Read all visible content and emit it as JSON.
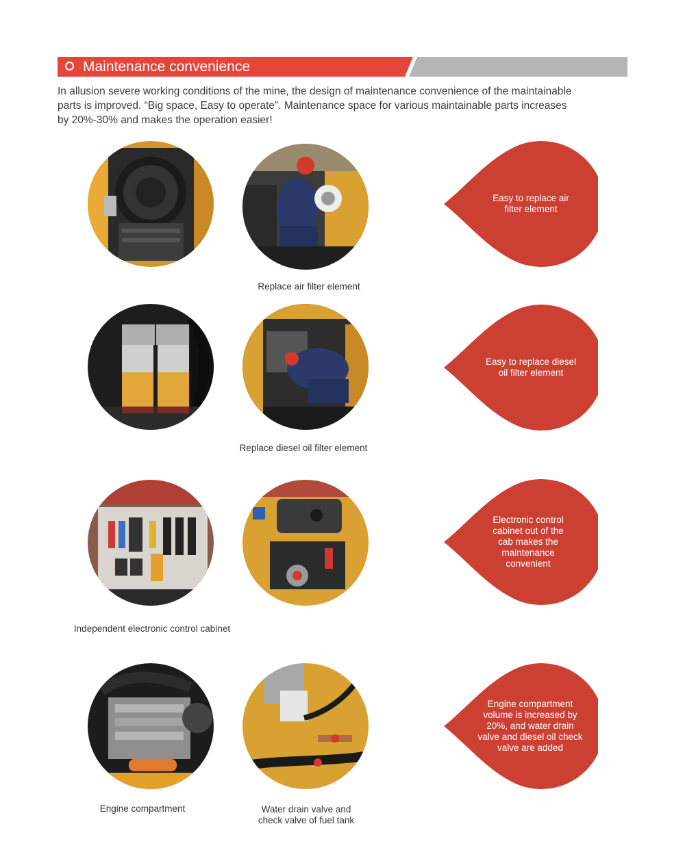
{
  "section": {
    "title": "Maintenance convenience",
    "intro_lines": [
      "In allusion severe working conditions of the mine, the design of maintenance convenience of the maintainable",
      "parts is improved. “Big space, Easy to operate”. Maintenance space for various maintainable parts increases",
      "by 20%-30% and makes the operation easier!"
    ]
  },
  "rows": [
    {
      "caption_lines": [
        "Replace air filter element"
      ],
      "bubble_lines": [
        "Easy to replace air",
        "filter element"
      ]
    },
    {
      "caption_lines": [
        "Replace diesel oil filter element"
      ],
      "bubble_lines": [
        "Easy to replace diesel",
        "oil filter element"
      ]
    },
    {
      "caption_lines": [
        "Independent electronic control cabinet"
      ],
      "bubble_lines": [
        "Electronic control",
        "cabinet out of the",
        "cab makes the",
        "maintenance",
        "convenient"
      ]
    },
    {
      "caption_left_lines": [
        "Engine compartment"
      ],
      "caption_right_lines": [
        "Water drain valve and",
        "check valve of fuel tank"
      ],
      "bubble_lines": [
        "Engine compartment",
        "volume is increased by",
        "20%, and water drain",
        "valve and diesel oil check",
        "valve are added"
      ]
    }
  ],
  "colors": {
    "accent_red": "#e4473a",
    "bubble_red": "#cc4034",
    "header_gray": "#b5b5b5",
    "machine_yellow": "#e3a12c"
  }
}
